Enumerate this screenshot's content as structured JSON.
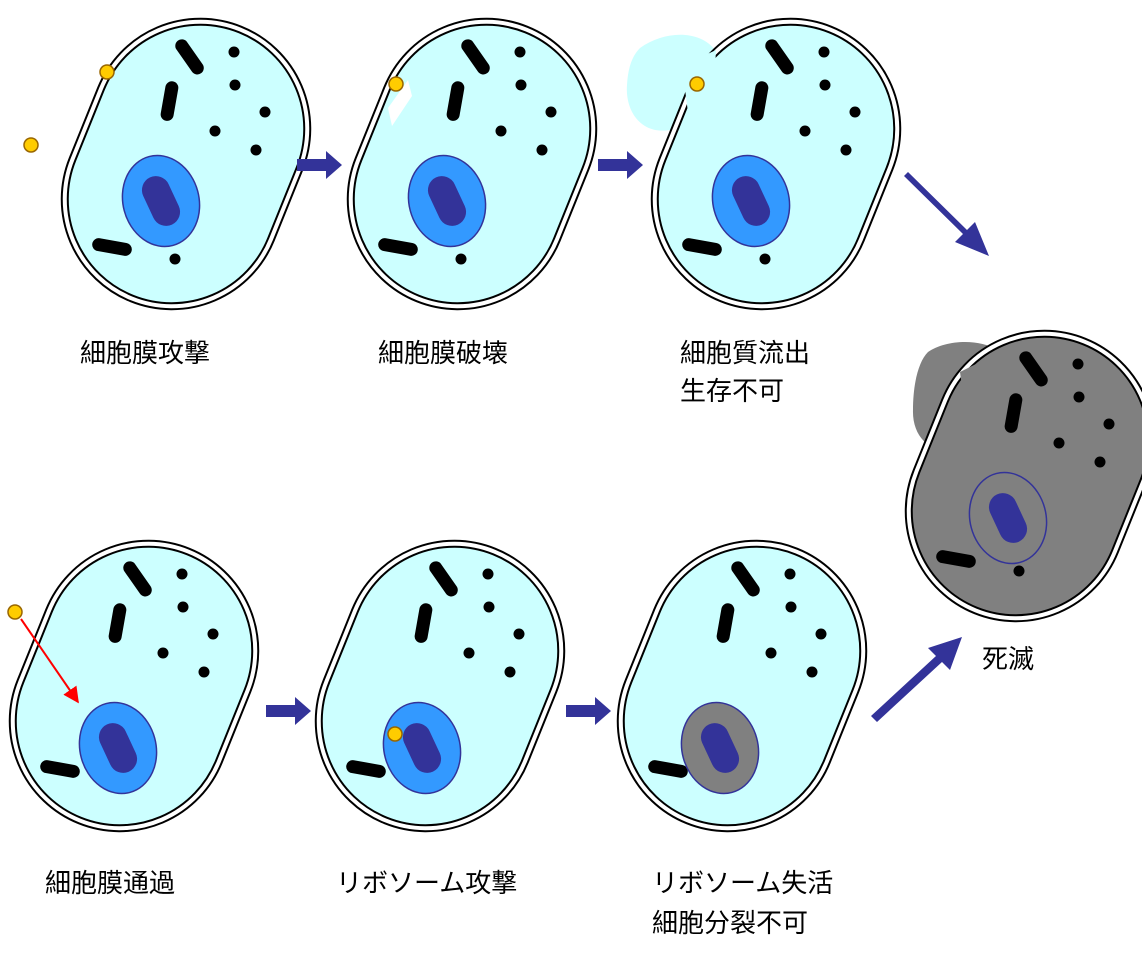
{
  "colors": {
    "background": "#ffffff",
    "cytoplasm": "#ccffff",
    "cytoplasm_dead": "#808080",
    "membrane": "#000000",
    "nucleus": "#3399ff",
    "nucleus_inner": "#333399",
    "nucleus_dead": "#808080",
    "organelle": "#000000",
    "attacker_particle": "#ffcc00",
    "attacker_outline": "#996600",
    "flow_arrow": "#333399",
    "path_arrow": "#ff0000"
  },
  "icons": {
    "cell": "bacterium-cell-icon",
    "particle": "attacker-particle-icon",
    "arrow": "process-arrow-icon"
  },
  "steps": {
    "top": [
      {
        "label_lines": [
          "細胞膜攻撃"
        ]
      },
      {
        "label_lines": [
          "細胞膜破壊"
        ]
      },
      {
        "label_lines": [
          "細胞質流出",
          "生存不可"
        ]
      }
    ],
    "bottom": [
      {
        "label_lines": [
          "細胞膜通過"
        ]
      },
      {
        "label_lines": [
          "リボソーム攻撃"
        ]
      },
      {
        "label_lines": [
          "リボソーム失活",
          "細胞分裂不可"
        ]
      }
    ],
    "result": {
      "label_lines": [
        "死滅"
      ]
    }
  }
}
